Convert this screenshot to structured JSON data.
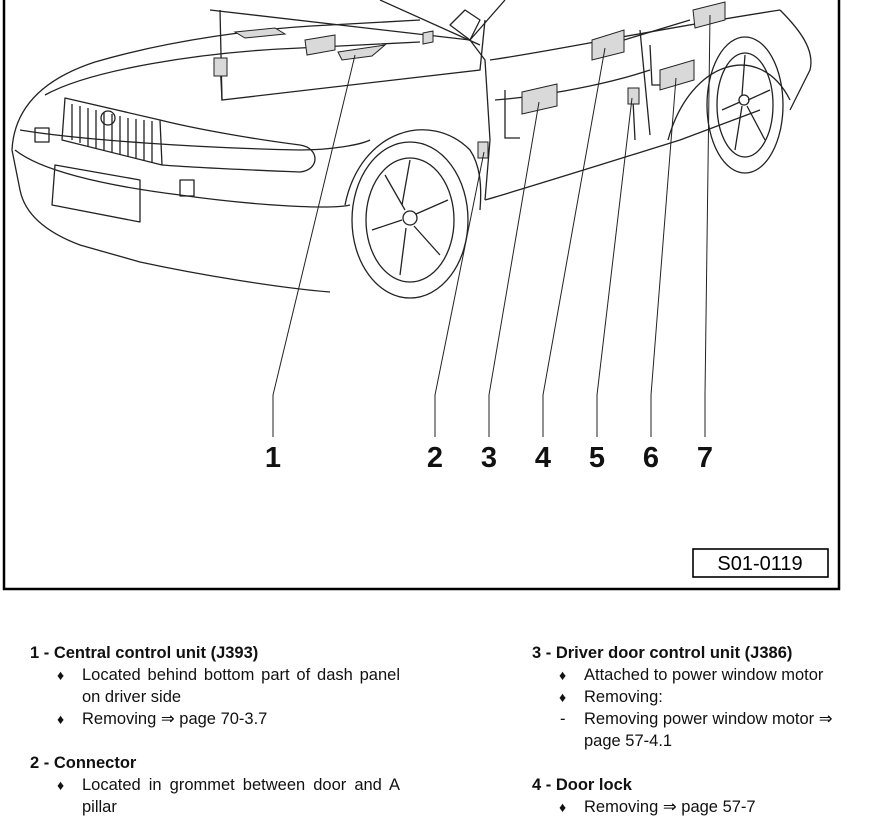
{
  "figure": {
    "code": "S01-0119",
    "callouts": [
      "1",
      "2",
      "3",
      "4",
      "5",
      "6",
      "7"
    ]
  },
  "legend": {
    "left": [
      {
        "title": "1 - Central control unit (J393)",
        "items": [
          {
            "marker": "♦",
            "text": "Located behind bottom part of dash panel on driver side"
          },
          {
            "marker": "♦",
            "text": "Removing ⇒ page 70-3.7"
          }
        ]
      },
      {
        "title": "2 - Connector",
        "items": [
          {
            "marker": "♦",
            "text": "Located in grommet between door and A pillar"
          }
        ]
      }
    ],
    "right": [
      {
        "title": "3 - Driver door control unit (J386)",
        "items": [
          {
            "marker": "♦",
            "text": "Attached to power window motor"
          },
          {
            "marker": "♦",
            "text": "Removing:"
          },
          {
            "marker": "-",
            "text": "Removing power window motor ⇒ page 57-4.1"
          }
        ]
      },
      {
        "title": "4 - Door lock",
        "items": [
          {
            "marker": "♦",
            "text": "Removing ⇒ page 57-7"
          }
        ]
      }
    ]
  }
}
